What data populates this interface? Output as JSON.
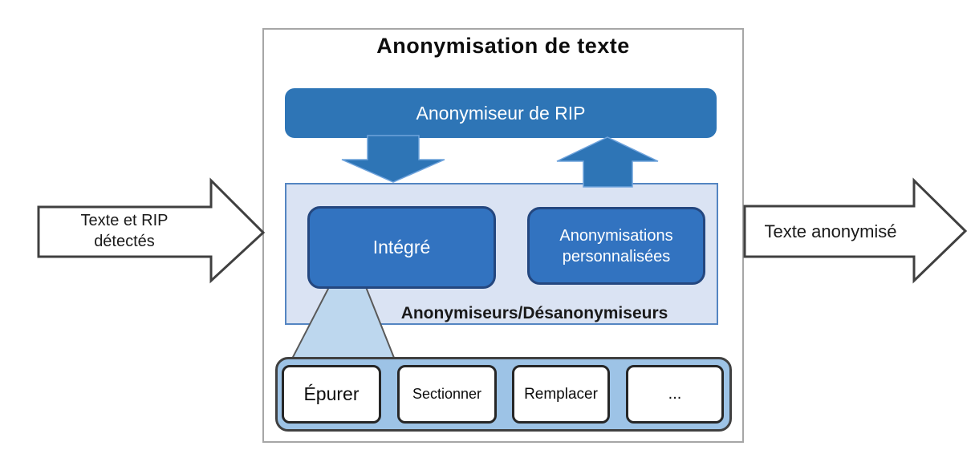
{
  "diagram": {
    "title": "Anonymisation de texte",
    "input_arrow": {
      "label": "Texte et RIP détectés"
    },
    "output_arrow": {
      "label": "Texte anonymisé"
    },
    "rip_box": {
      "label": "Anonymiseur de RIP"
    },
    "anonymizers_panel": {
      "label": "Anonymiseurs/Désanonymiseurs",
      "boxes": [
        {
          "label": "Intégré"
        },
        {
          "label": "Anonymisations personnalisées"
        }
      ]
    },
    "methods": [
      {
        "label": "Épurer"
      },
      {
        "label": "Sectionner"
      },
      {
        "label": "Remplacer"
      },
      {
        "label": "..."
      }
    ],
    "colors": {
      "theme_blue": "#2e75b6",
      "inner_box_blue": "#3273c0",
      "inner_box_border": "#24477f",
      "light_panel": "#dae3f3",
      "panel_border": "#5485c2",
      "methods_panel": "#9dc3e6",
      "methods_panel_border": "#404040",
      "funnel_fill": "#bdd7ee",
      "funnel_border": "#595959",
      "outer_border": "#a6a6a6",
      "arrow_outline": "#404040",
      "arrow_edge_light": "#6fa3dc"
    }
  }
}
